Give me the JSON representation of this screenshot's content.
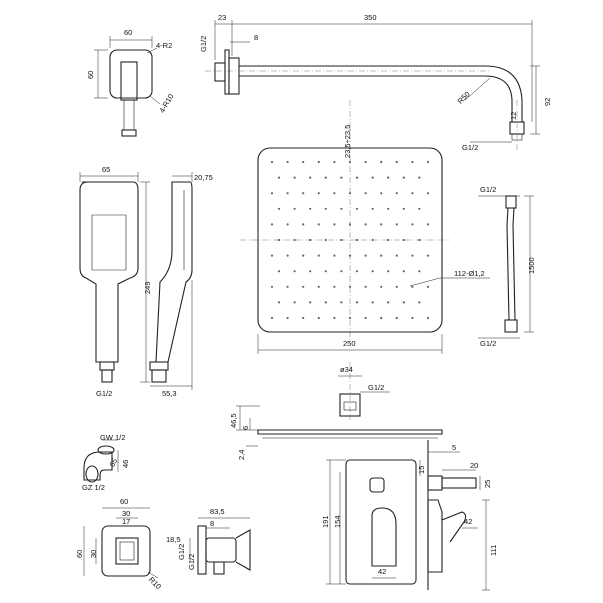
{
  "labels": {
    "arm_sq_w": "60",
    "arm_sq_h": "60",
    "arm_r2": "4-R2",
    "arm_r10": "4-R10",
    "arm_23": "23",
    "arm_350": "350",
    "arm_8": "8",
    "arm_g12_top": "G1/2",
    "arm_r50": "R50",
    "arm_92": "92",
    "arm_12": "12",
    "arm_g12_bot": "G1/2",
    "hh_65": "65",
    "hh_249": "249",
    "hh_g12": "G1/2",
    "hh_2075": "20,75",
    "hh_553": "55,3",
    "head_235": "23,5÷23,5",
    "head_250": "250",
    "head_112": "112-Ø1,2",
    "hose_g12_top": "G1/2",
    "hose_1500": "1500",
    "hose_g12_bot": "G1/2",
    "side_o34": "ø34",
    "side_g12": "G1/2",
    "side_465": "46,5",
    "side_6": "6",
    "side_24": "2,4",
    "elbow_gw": "GW 1/2",
    "elbow_gz": "GZ 1/2",
    "elbow_46": "46",
    "elbow_65": "65",
    "hold_60w": "60",
    "hold_30": "30",
    "hold_17": "17",
    "hold_60h": "60",
    "hold_30h": "30",
    "hold_r10": "R10",
    "hold_835": "83,5",
    "hold_185": "18,5",
    "hold_8": "8",
    "hold_g12a": "G1/2",
    "hold_g12b": "G1/2",
    "mix_191": "191",
    "mix_154": "154",
    "mix_42b": "42",
    "mix_15": "15",
    "mix_5": "5",
    "mix_20": "20",
    "mix_25": "25",
    "mix_42r": "42",
    "mix_111": "111"
  }
}
